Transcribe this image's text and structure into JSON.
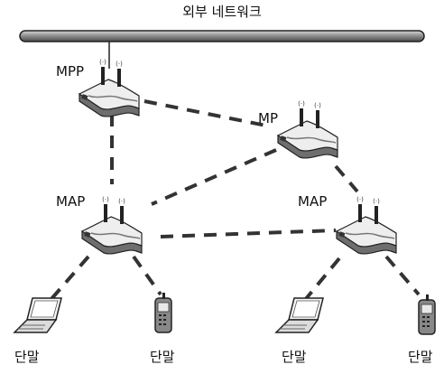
{
  "network_label": "외부 네트워크",
  "nodes": [
    {
      "id": "mpp",
      "label": "MPP"
    },
    {
      "id": "mp",
      "label": "MP"
    },
    {
      "id": "map-left",
      "label": "MAP"
    },
    {
      "id": "map-right",
      "label": "MAP"
    }
  ],
  "terminals": [
    {
      "id": "t1",
      "kind": "laptop",
      "label": "단말"
    },
    {
      "id": "t2",
      "kind": "phone",
      "label": "단말"
    },
    {
      "id": "t3",
      "kind": "laptop",
      "label": "단말"
    },
    {
      "id": "t4",
      "kind": "phone",
      "label": "단말"
    }
  ]
}
